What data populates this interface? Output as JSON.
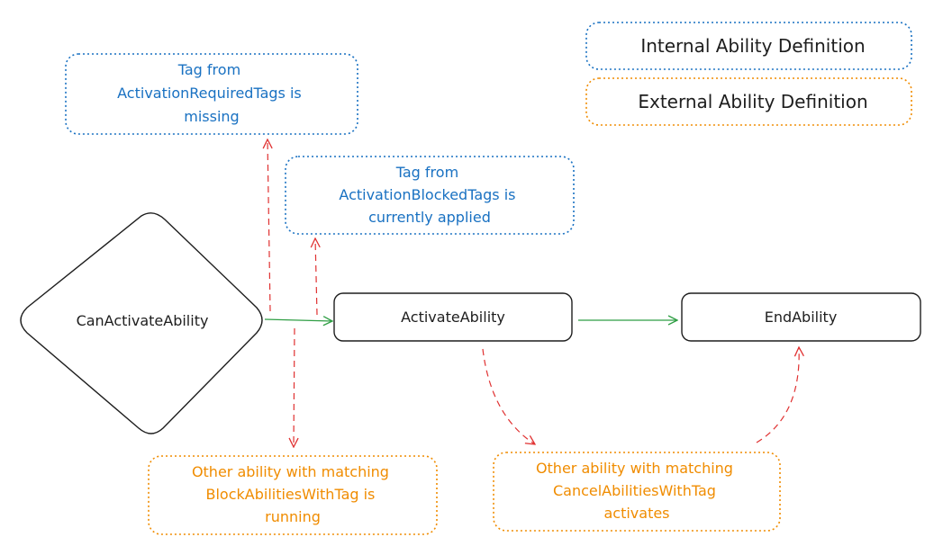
{
  "legend": {
    "internal": "Internal Ability Definition",
    "external": "External Ability Definition"
  },
  "nodes": {
    "can_activate": "CanActivateAbility",
    "activate": "ActivateAbility",
    "end": "EndAbility"
  },
  "conditions": {
    "required_tags": [
      "Tag from",
      "ActivationRequiredTags is",
      "missing"
    ],
    "blocked_tags": [
      "Tag from",
      "ActivationBlockedTags is",
      "currently applied"
    ],
    "block_with_tag": [
      "Other ability with matching",
      "BlockAbilitiesWithTag is",
      "running"
    ],
    "cancel_with_tag": [
      "Other ability with matching",
      "CancelAbilitiesWithTag",
      "activates"
    ]
  },
  "colors": {
    "internal": "#1971c2",
    "external": "#f08c00",
    "flow": "#2f9e44",
    "block": "#e03131",
    "node": "#1e1e1e"
  }
}
